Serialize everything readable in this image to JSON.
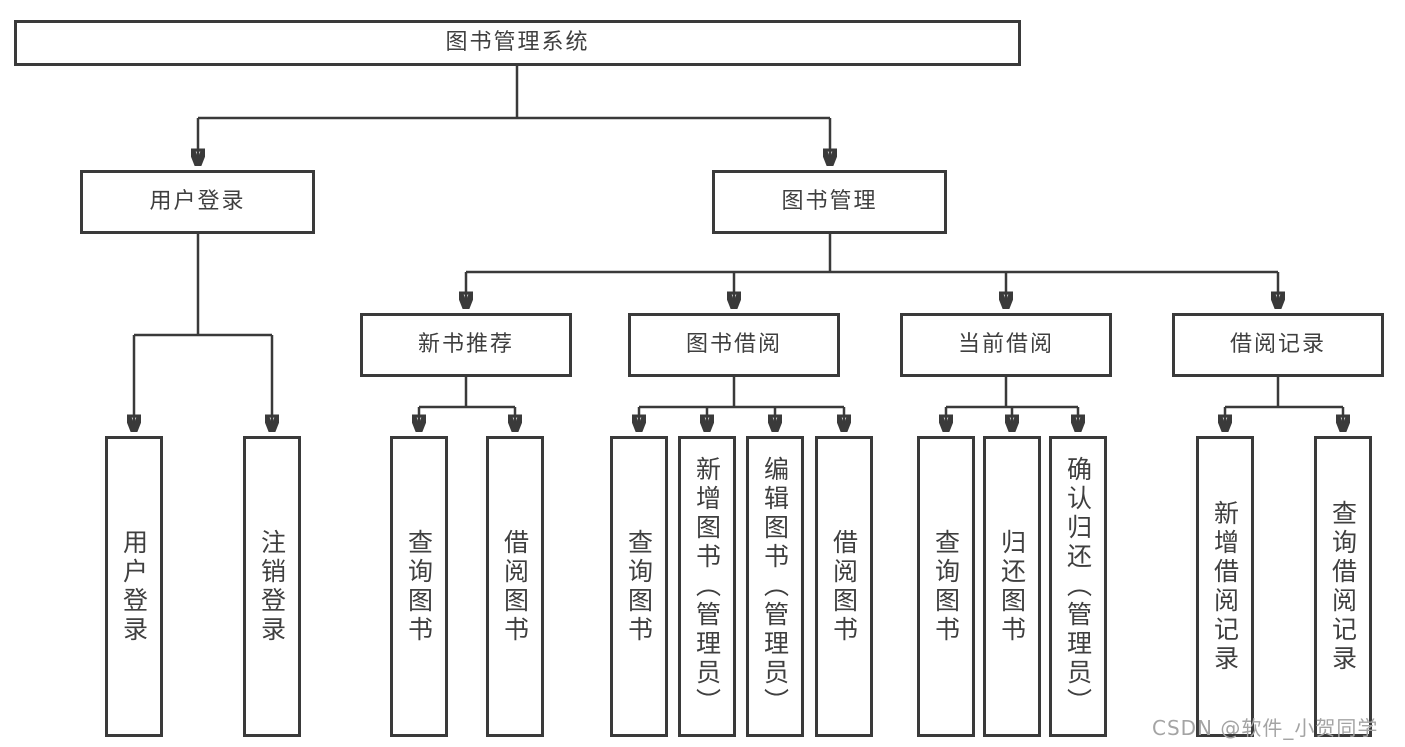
{
  "diagram": {
    "type": "tree",
    "root": {
      "label": "图书管理系统",
      "children": [
        {
          "label": "用户登录",
          "children": [
            {
              "label": "用户登录"
            },
            {
              "label": "注销登录"
            }
          ]
        },
        {
          "label": "图书管理",
          "children": [
            {
              "label": "新书推荐",
              "children": [
                {
                  "label": "查询图书"
                },
                {
                  "label": "借阅图书"
                }
              ]
            },
            {
              "label": "图书借阅",
              "children": [
                {
                  "label": "查询图书"
                },
                {
                  "label": "新增图书（管理员）"
                },
                {
                  "label": "编辑图书（管理员）"
                },
                {
                  "label": "借阅图书"
                }
              ]
            },
            {
              "label": "当前借阅",
              "children": [
                {
                  "label": "查询图书"
                },
                {
                  "label": "归还图书"
                },
                {
                  "label": "确认归还（管理员）"
                }
              ]
            },
            {
              "label": "借阅记录",
              "children": [
                {
                  "label": "新增借阅记录"
                },
                {
                  "label": "查询借阅记录"
                }
              ]
            }
          ]
        }
      ]
    },
    "colors": {
      "line": "#3a3a3a",
      "text": "#3f3f3f",
      "background": "#ffffff",
      "watermark": "#a4a4a4"
    }
  },
  "watermark": "CSDN @软件_小贺同学"
}
